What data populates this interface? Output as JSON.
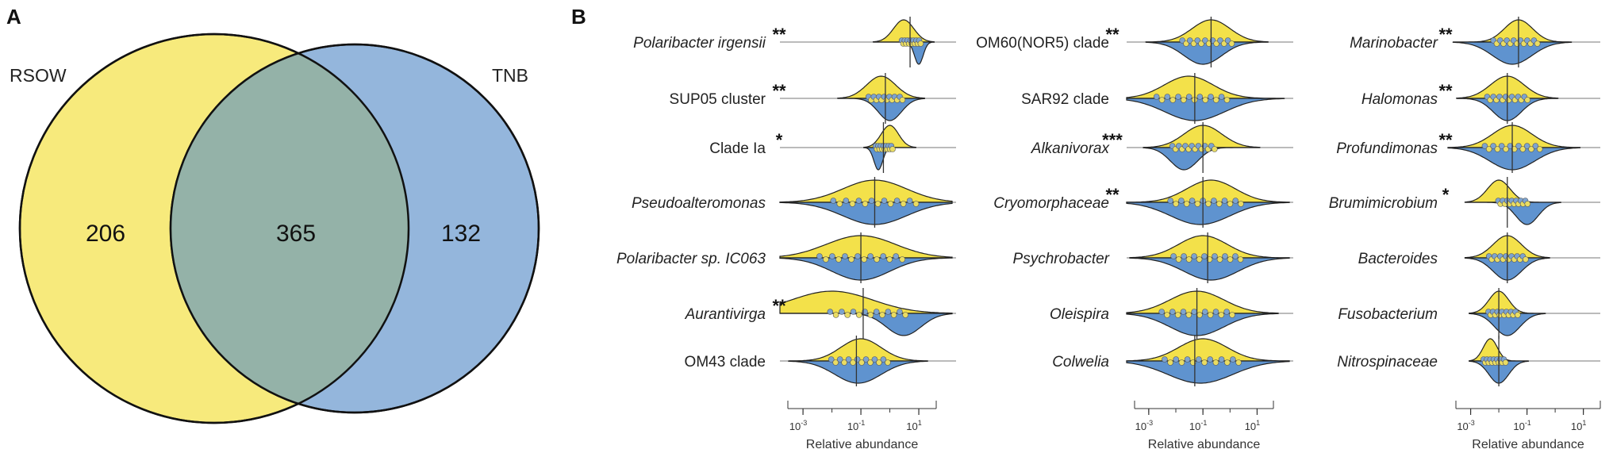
{
  "panels": {
    "a_letter": "A",
    "b_letter": "B"
  },
  "colors": {
    "rsow": "#f7ea7c",
    "tnb": "#94b6dc",
    "overlap": "#94b2a8",
    "violin_top": "#f3e14a",
    "violin_bottom": "#5f93cf"
  },
  "chart_data": [
    {
      "type": "venn",
      "sets": [
        {
          "name": "RSOW",
          "only": 206
        },
        {
          "name": "TNB",
          "only": 132
        }
      ],
      "intersection": 365
    },
    {
      "type": "split-violin",
      "xlabel": "Relative abundance",
      "xscale": "log",
      "xlim": [
        0.0003,
        40
      ],
      "x_ticks": [
        {
          "base": "10",
          "exp": "-3",
          "value": 0.001
        },
        {
          "base": "10",
          "exp": "-1",
          "value": 0.1
        },
        {
          "base": "10",
          "exp": "1",
          "value": 10
        }
      ],
      "columns": [
        {
          "taxa": [
            {
              "name": "Polaribacter irgensii",
              "italic": true,
              "sig": "**",
              "top_peak": 3,
              "top_width": 0.35,
              "bottom_peak": 10,
              "bottom_width": 0.15,
              "median": 5
            },
            {
              "name": "SUP05  cluster",
              "italic": false,
              "sig": "**",
              "top_peak": 0.5,
              "top_width": 0.5,
              "bottom_peak": 1,
              "bottom_width": 0.4,
              "median": 0.7
            },
            {
              "name": "Clade  Ia",
              "italic": false,
              "sig": "*",
              "top_peak": 1,
              "top_width": 0.3,
              "bottom_peak": 0.4,
              "bottom_width": 0.15,
              "median": 0.6
            },
            {
              "name": "Pseudoalteromonas",
              "italic": true,
              "sig": "",
              "top_peak": 0.3,
              "top_width": 1.1,
              "bottom_peak": 0.3,
              "bottom_width": 1.1,
              "median": 0.3
            },
            {
              "name": "Polaribacter sp. IC063",
              "italic": true,
              "sig": "",
              "top_peak": 0.1,
              "top_width": 1.2,
              "bottom_peak": 0.1,
              "bottom_width": 1.0,
              "median": 0.1
            },
            {
              "name": "Aurantivirga",
              "italic": true,
              "sig": "**",
              "top_peak": 0.01,
              "top_width": 1.4,
              "bottom_peak": 3,
              "bottom_width": 0.6,
              "median": 0.12
            },
            {
              "name": "OM43  clade",
              "italic": false,
              "sig": "",
              "top_peak": 0.1,
              "top_width": 0.7,
              "bottom_peak": 0.08,
              "bottom_width": 0.8,
              "median": 0.07
            }
          ]
        },
        {
          "taxa": [
            {
              "name": "OM60(NOR5)  clade",
              "italic": false,
              "sig": "**",
              "top_peak": 0.2,
              "top_width": 0.7,
              "bottom_peak": 0.1,
              "bottom_width": 0.7,
              "median": 0.2
            },
            {
              "name": "SAR92  clade",
              "italic": false,
              "sig": "",
              "top_peak": 0.03,
              "top_width": 0.9,
              "bottom_peak": 0.05,
              "bottom_width": 1.1,
              "median": 0.05
            },
            {
              "name": "Alkanivorax",
              "italic": true,
              "sig": "***",
              "top_peak": 0.1,
              "top_width": 0.7,
              "bottom_peak": 0.02,
              "bottom_width": 0.5,
              "median": 0.1
            },
            {
              "name": "Cryomorphaceae",
              "italic": true,
              "sig": "**",
              "top_peak": 0.2,
              "top_width": 0.9,
              "bottom_peak": 0.08,
              "bottom_width": 1.1,
              "median": 0.1
            },
            {
              "name": "Psychrobacter",
              "italic": true,
              "sig": "",
              "top_peak": 0.1,
              "top_width": 0.9,
              "bottom_peak": 0.2,
              "bottom_width": 1.0,
              "median": 0.15
            },
            {
              "name": "Oleispira",
              "italic": true,
              "sig": "",
              "top_peak": 0.06,
              "top_width": 1.0,
              "bottom_peak": 0.06,
              "bottom_width": 1.0,
              "median": 0.06
            },
            {
              "name": "Colwelia",
              "italic": true,
              "sig": "",
              "top_peak": 0.1,
              "top_width": 0.9,
              "bottom_peak": 0.08,
              "bottom_width": 1.2,
              "median": 0.05
            }
          ]
        },
        {
          "taxa": [
            {
              "name": "Marinobacter",
              "italic": true,
              "sig": "**",
              "top_peak": 0.05,
              "top_width": 0.5,
              "bottom_peak": 0.03,
              "bottom_width": 0.7,
              "median": 0.05
            },
            {
              "name": "Halomonas",
              "italic": true,
              "sig": "**",
              "top_peak": 0.02,
              "top_width": 0.6,
              "bottom_peak": 0.02,
              "bottom_width": 0.5,
              "median": 0.02
            },
            {
              "name": "Profundimonas",
              "italic": true,
              "sig": "**",
              "top_peak": 0.03,
              "top_width": 0.7,
              "bottom_peak": 0.03,
              "bottom_width": 0.8,
              "median": 0.03
            },
            {
              "name": "Brumimicrobium",
              "italic": true,
              "sig": "*",
              "top_peak": 0.01,
              "top_width": 0.4,
              "bottom_peak": 0.1,
              "bottom_width": 0.4,
              "median": 0.02
            },
            {
              "name": "Bacteroides",
              "italic": true,
              "sig": "",
              "top_peak": 0.02,
              "top_width": 0.5,
              "bottom_peak": 0.02,
              "bottom_width": 0.5,
              "median": 0.02
            },
            {
              "name": "Fusobacterium",
              "italic": true,
              "sig": "",
              "top_peak": 0.01,
              "top_width": 0.35,
              "bottom_peak": 0.02,
              "bottom_width": 0.45,
              "median": 0.01
            },
            {
              "name": "Nitrospinaceae",
              "italic": true,
              "sig": "",
              "top_peak": 0.005,
              "top_width": 0.25,
              "bottom_peak": 0.01,
              "bottom_width": 0.35,
              "median": 0.01
            }
          ]
        }
      ]
    }
  ]
}
